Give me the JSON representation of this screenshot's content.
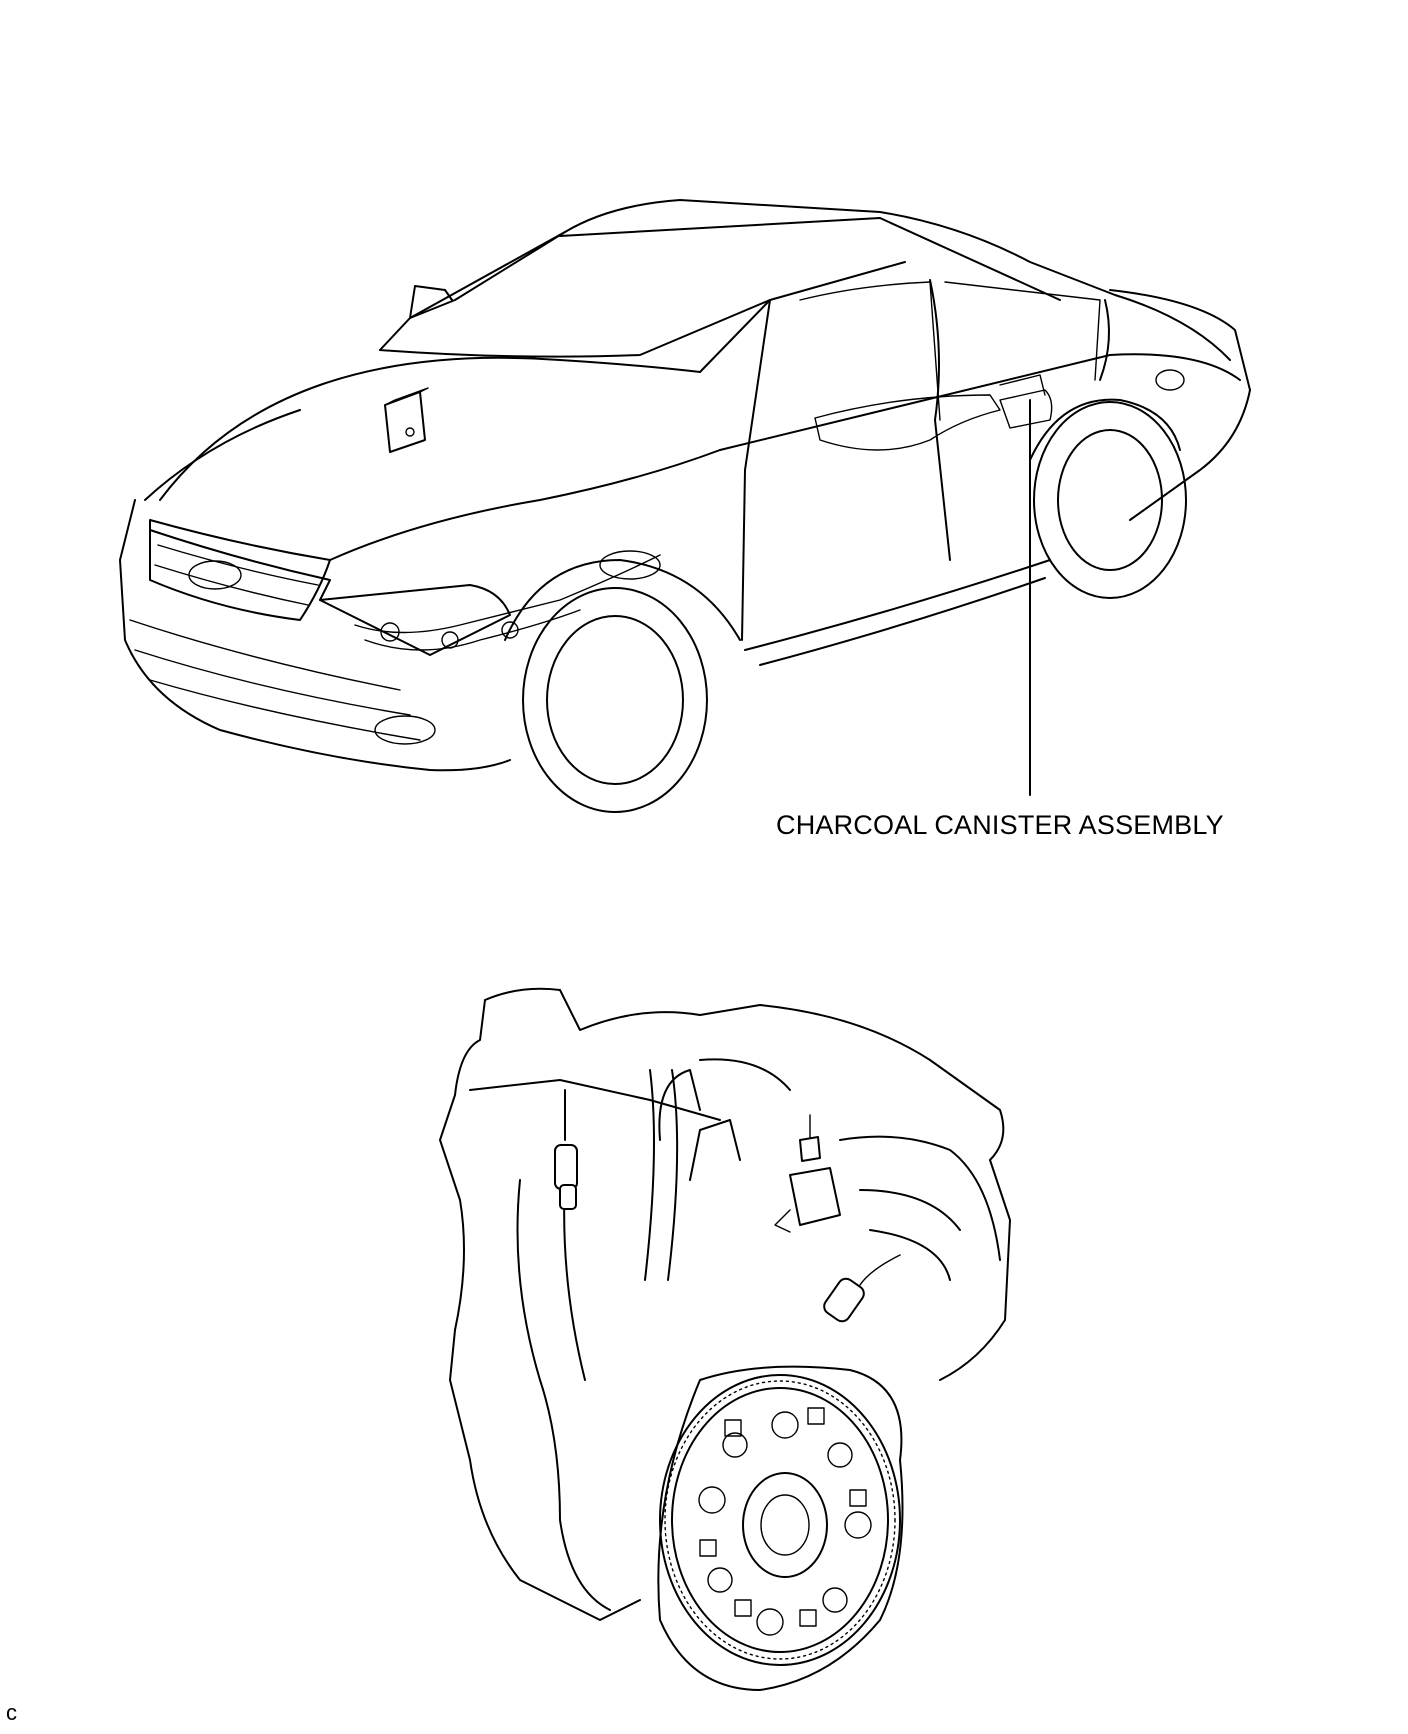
{
  "callouts": {
    "charcoal_canister": "CHARCOAL CANISTER ASSEMBLY"
  },
  "corner_mark": "c",
  "drawing": {
    "vehicle": "car-illustration",
    "engine": "engine-illustration",
    "ink_color": "#000000",
    "background_color": "#ffffff"
  }
}
